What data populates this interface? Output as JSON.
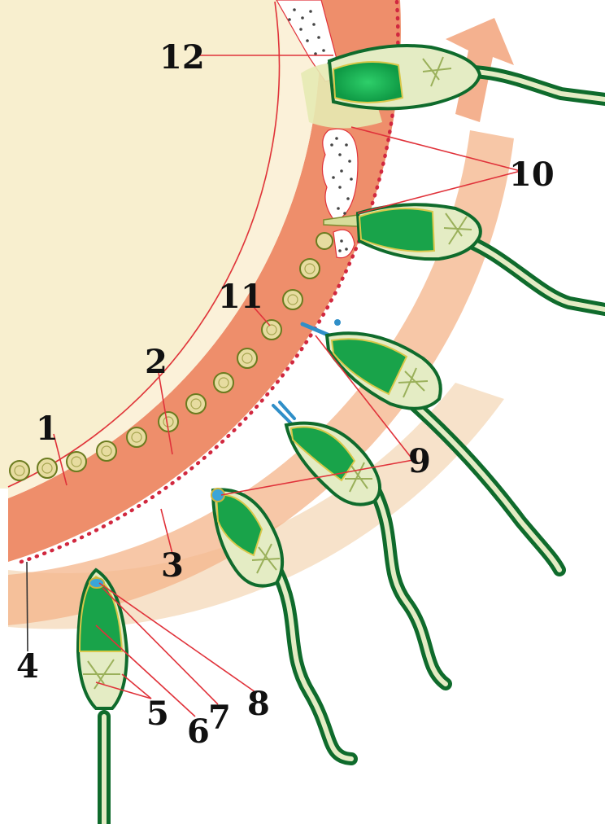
{
  "colors": {
    "egg_cytoplasm": "#f8efcf",
    "zona_pellucida": "#ed8f6c",
    "outer_arrow": "#f4b48a",
    "outer_halo": "#f5dcc0",
    "sperm_head": "#19a34a",
    "sperm_outline": "#0f6b2c",
    "sperm_neck": "#e4ecc4",
    "granule": "#e7dca0",
    "leader_line": "#e0323a",
    "dots": "#d1283f"
  },
  "labels": [
    {
      "id": "1",
      "text": "1"
    },
    {
      "id": "2",
      "text": "2"
    },
    {
      "id": "3",
      "text": "3"
    },
    {
      "id": "4",
      "text": "4"
    },
    {
      "id": "5",
      "text": "5"
    },
    {
      "id": "6",
      "text": "6"
    },
    {
      "id": "7",
      "text": "7"
    },
    {
      "id": "8",
      "text": "8"
    },
    {
      "id": "9",
      "text": "9"
    },
    {
      "id": "10",
      "text": "10"
    },
    {
      "id": "11",
      "text": "11"
    },
    {
      "id": "12",
      "text": "12"
    }
  ]
}
